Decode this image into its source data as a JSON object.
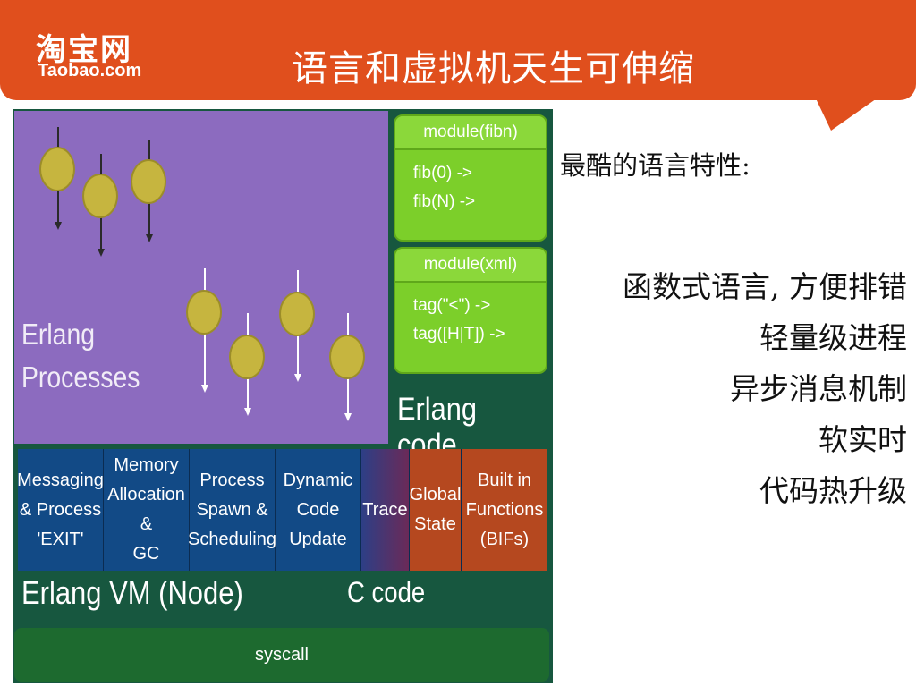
{
  "header": {
    "logo_cn": "淘宝网",
    "logo_en": "Taobao.com",
    "title": "语言和虚拟机天生可伸缩",
    "brand_color": "#e04f1d"
  },
  "diagram": {
    "processes_label": [
      "Erlang",
      "Processes"
    ],
    "modules": [
      {
        "title": "module(fibn)",
        "lines": [
          "fib(0) ->",
          "fib(N) ->"
        ]
      },
      {
        "title": "module(xml)",
        "lines": [
          "tag(\"<\") ->",
          "tag([H|T]) ->"
        ]
      }
    ],
    "erlang_code_label": "Erlang code",
    "vm_components": [
      {
        "lines": [
          "Messaging",
          "& Process",
          "'EXIT'"
        ],
        "color": "#124a86"
      },
      {
        "lines": [
          "Memory",
          "Allocation &",
          "GC"
        ],
        "color": "#124a86"
      },
      {
        "lines": [
          "Process",
          "Spawn &",
          "Scheduling"
        ],
        "color": "#124a86"
      },
      {
        "lines": [
          "Dynamic",
          "Code",
          "Update"
        ],
        "color": "#124a86"
      },
      {
        "lines": [
          "Trace"
        ],
        "color": "#4a3570"
      },
      {
        "lines": [
          "Global",
          "State"
        ],
        "color": "#b5481f"
      },
      {
        "lines": [
          "Built in",
          "Functions",
          "(BIFs)"
        ],
        "color": "#b5481f"
      }
    ],
    "vm_label": "Erlang VM (Node)",
    "c_code_label": "C code",
    "syscall_label": "syscall"
  },
  "features": {
    "heading": "最酷的语言特性:",
    "items": [
      "函数式语言, 方便排错",
      "轻量级进程",
      "异步消息机制",
      "软实时",
      "代码热升级"
    ]
  }
}
